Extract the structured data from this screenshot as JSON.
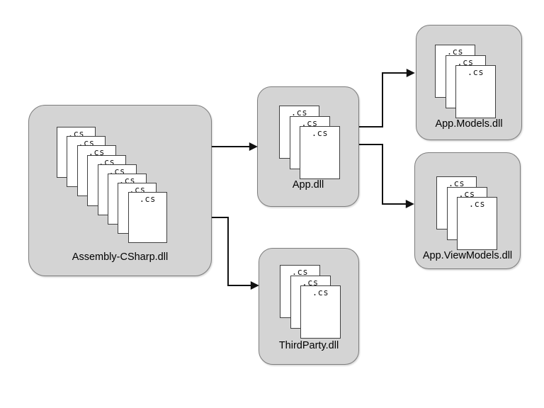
{
  "diagram": {
    "kind": "assembly-dependency-diagram",
    "file_label": ".cs",
    "nodes": [
      {
        "id": "assembly-csharp",
        "label": "Assembly-CSharp.dll",
        "file_count": 8
      },
      {
        "id": "app",
        "label": "App.dll",
        "file_count": 3
      },
      {
        "id": "thirdparty",
        "label": "ThirdParty.dll",
        "file_count": 3
      },
      {
        "id": "app-models",
        "label": "App.Models.dll",
        "file_count": 3
      },
      {
        "id": "app-viewmodels",
        "label": "App.ViewModels.dll",
        "file_count": 3
      }
    ],
    "edges": [
      {
        "from": "assembly-csharp",
        "to": "app"
      },
      {
        "from": "assembly-csharp",
        "to": "thirdparty"
      },
      {
        "from": "app",
        "to": "app-models"
      },
      {
        "from": "app",
        "to": "app-viewmodels"
      }
    ],
    "colors": {
      "background": "#ffffff",
      "node_fill": "#d4d4d4",
      "node_border": "#7d7d7d",
      "file_fill": "#ffffff",
      "file_border": "#3f3f3f",
      "arrow": "#111111"
    }
  }
}
